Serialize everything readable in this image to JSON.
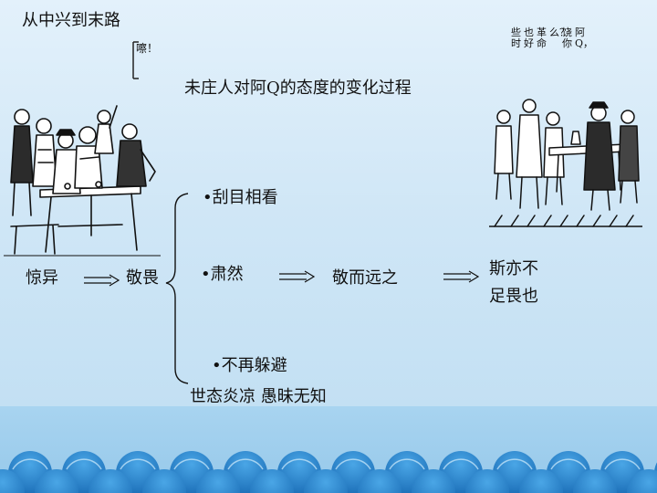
{
  "slide": {
    "title": "从中兴到末路",
    "subtitle": "未庄人对阿Q的态度的变化过程",
    "speech_left": "嚓！",
    "speech_right": [
      "阿Q，",
      "饶你",
      "么？",
      "革命",
      "也好",
      "些时"
    ],
    "stage_1": "惊异",
    "stage_2": "敬畏",
    "branch_1": "•刮目相看",
    "branch_2": "•肃然",
    "branch_3": "•不再躲避",
    "result_2": "敬而远之",
    "outcome_line1": "斯亦不",
    "outcome_line2": "足畏也",
    "summary": "世态炎凉 愚昧无知"
  },
  "colors": {
    "background": "#d5eaf8",
    "band": "#9bcbec",
    "scallop": "#2a86cf",
    "ink": "#111111"
  }
}
